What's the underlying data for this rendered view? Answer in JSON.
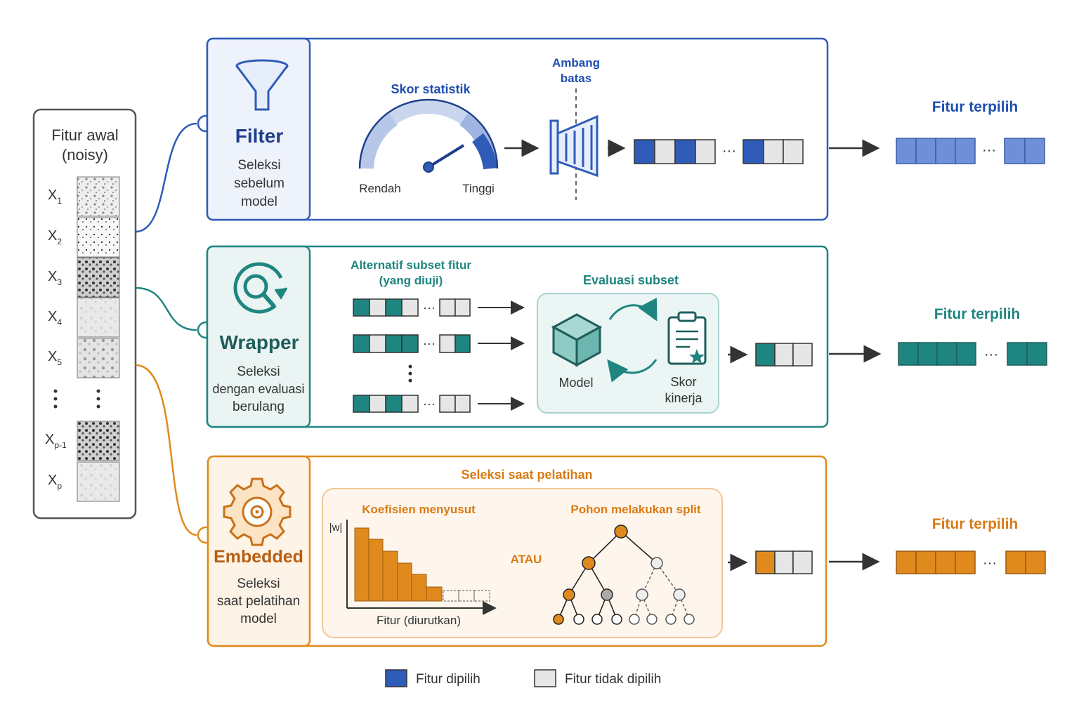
{
  "input": {
    "title_line1": "Fitur awal",
    "title_line2": "(noisy)",
    "features": [
      {
        "base": "X",
        "sub": "1"
      },
      {
        "base": "X",
        "sub": "2"
      },
      {
        "base": "X",
        "sub": "3"
      },
      {
        "base": "X",
        "sub": "4"
      },
      {
        "base": "X",
        "sub": "5"
      },
      {
        "base": "X",
        "sub": "p-1"
      },
      {
        "base": "X",
        "sub": "p"
      }
    ]
  },
  "filter": {
    "name": "Filter",
    "desc": [
      "Seleksi",
      "sebelum",
      "model"
    ],
    "gauge_title": "Skor statistik",
    "gauge_low": "Rendah",
    "gauge_high": "Tinggi",
    "threshold": [
      "Ambang",
      "batas"
    ],
    "selected_label": "Fitur terpilih"
  },
  "wrapper": {
    "name": "Wrapper",
    "desc": [
      "Seleksi",
      "dengan evaluasi",
      "berulang"
    ],
    "subset_title": [
      "Alternatif subset fitur",
      "(yang diuji)"
    ],
    "eval_title": "Evaluasi subset",
    "model_label": "Model",
    "score_label": [
      "Skor",
      "kinerja"
    ],
    "selected_label": "Fitur terpilih"
  },
  "embedded": {
    "name": "Embedded",
    "desc": [
      "Seleksi",
      "saat pelatihan",
      "model"
    ],
    "panel_title": "Seleksi saat pelatihan",
    "coef_title": "Koefisien menyusut",
    "coef_ylabel": "|w|",
    "coef_xlabel": "Fitur (diurutkan)",
    "or_label": "ATAU",
    "tree_title": "Pohon melakukan split",
    "selected_label": "Fitur terpilih"
  },
  "legend": {
    "selected": "Fitur dipilih",
    "unselected": "Fitur tidak dipilih"
  },
  "ellipsis": "···",
  "colors": {
    "blue": "#2f5cb8",
    "blue_light": "#6f8fd6",
    "teal": "#1f8580",
    "orange": "#e08a1e",
    "gray_cell": "#e6e6e6"
  }
}
